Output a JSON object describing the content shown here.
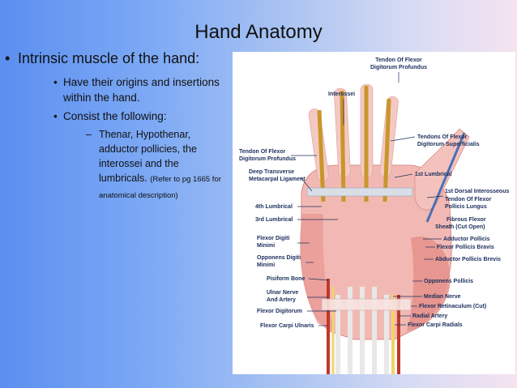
{
  "slide": {
    "title": "Hand Anatomy",
    "bullet1": "Intrinsic muscle of the hand:",
    "bullet2a": "Have their origins and insertions within the hand.",
    "bullet2b": "Consist the following:",
    "bullet3_main": "Thenar, Hypothenar, adductor pollicies, the interossei and the lumbricals.",
    "bullet3_note": "(Refer to pg 1665 for anatomical description)"
  },
  "figure": {
    "labels": {
      "tendon_fdp_top_1": "Tendon Of Flexor",
      "tendon_fdp_top_2": "Digitorum Profundus",
      "interossei": "Interossei",
      "tendons_fds_1": "Tendons Of Flexor",
      "tendons_fds_2": "Digitorum Superficialis",
      "tendon_fdp_left_1": "Tendon Of Flexor",
      "tendon_fdp_left_2": "Digitorum Profundus",
      "deep_transverse_1": "Deep Transverse",
      "deep_transverse_2": "Metacarpal Ligament",
      "lumbrical_1st": "1st Lumbrical",
      "dorsal_interosseous": "1st Dorsal Interosseous",
      "tendon_fpl_1": "Tendon Of Flexor",
      "tendon_fpl_2": "Pollicis Lungus",
      "lumbrical_4th": "4th Lumbrical",
      "lumbrical_3rd": "3rd Lumbrical",
      "fibrous_flexor_1": "Fibrous Flexor",
      "fibrous_flexor_2": "Sheath (Cut Open)",
      "adductor_pollicis": "Adductor Pollicis",
      "fpb": "Flexor Pollicis Bravis",
      "flexor_digiti_1": "Flexor Digiti",
      "flexor_digiti_2": "Minimi",
      "apb": "Abductor Pollicis Brevis",
      "opponens_digiti_1": "Opponens Digiti",
      "opponens_digiti_2": "Minimi",
      "pisiform": "Pisiform Bone",
      "opponens_pollicis": "Opponens Pollicis",
      "ulnar_1": "Ulnar Nerve",
      "ulnar_2": "And Artery",
      "median_nerve": "Median Nerve",
      "flexor_retinaculum": "Flexor Retinaculum (Cut)",
      "flexor_digitorum": "Flexor Digitorum",
      "radial_artery": "Radial Artery",
      "fcu": "Flexor Carpi Ulnaris",
      "fcr": "Flexor Carpi Radials"
    }
  }
}
